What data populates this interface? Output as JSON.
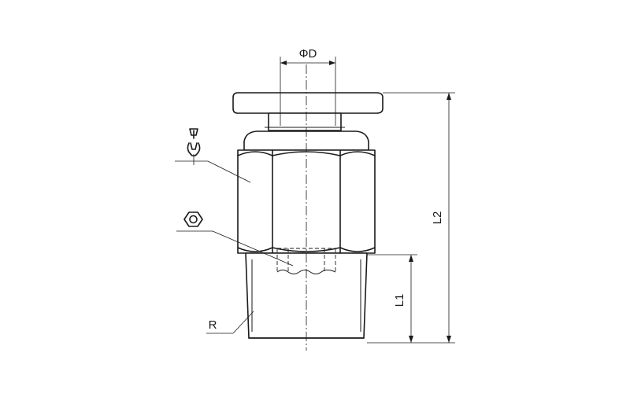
{
  "labels": {
    "diameter": "ΦD",
    "l2": "L2",
    "l1": "L1",
    "thread": "R"
  },
  "icons": [
    "wrench-icon",
    "hexagon-icon"
  ],
  "colors": {
    "line": "#1a1a1a",
    "background": "#ffffff"
  }
}
